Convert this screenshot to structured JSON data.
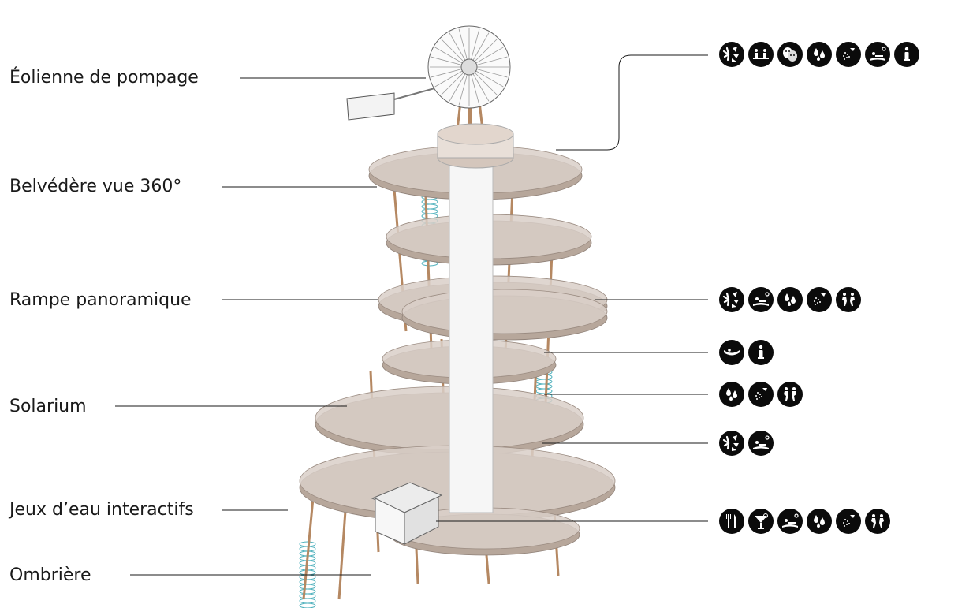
{
  "labels": [
    {
      "id": "eolienne",
      "text": "Éolienne de pompage"
    },
    {
      "id": "belvedere",
      "text": "Belvédère vue 360°"
    },
    {
      "id": "rampe",
      "text": "Rampe panoramique"
    },
    {
      "id": "solarium",
      "text": "Solarium"
    },
    {
      "id": "jeux",
      "text": "Jeux d’eau interactifs"
    },
    {
      "id": "ombriere",
      "text": "Ombrière"
    }
  ],
  "icon_groups": [
    {
      "id": "top",
      "icons": [
        "fan-icon",
        "seating-icon",
        "theater-masks-icon",
        "water-drops-icon",
        "shower-icon",
        "sunbathing-icon",
        "info-icon"
      ]
    },
    {
      "id": "rampe",
      "icons": [
        "fan-icon",
        "sunbathing-icon",
        "water-drops-icon",
        "shower-icon",
        "play-icon"
      ]
    },
    {
      "id": "mid1",
      "icons": [
        "hammock-icon",
        "info-icon"
      ]
    },
    {
      "id": "mid2",
      "icons": [
        "water-drops-icon",
        "shower-icon",
        "play-icon"
      ]
    },
    {
      "id": "mid3",
      "icons": [
        "fan-icon",
        "sunbathing-icon"
      ]
    },
    {
      "id": "bottom",
      "icons": [
        "restaurant-icon",
        "cocktail-icon",
        "sunbathing-icon",
        "water-drops-icon",
        "shower-icon",
        "play-icon"
      ]
    }
  ],
  "colors": {
    "deck": "#d9cfc8",
    "deck_edge": "#b7a79b",
    "pole": "#b58862",
    "accent": "#4fb1bd",
    "ink": "#0b0b0b",
    "line": "#1a1a1a"
  }
}
